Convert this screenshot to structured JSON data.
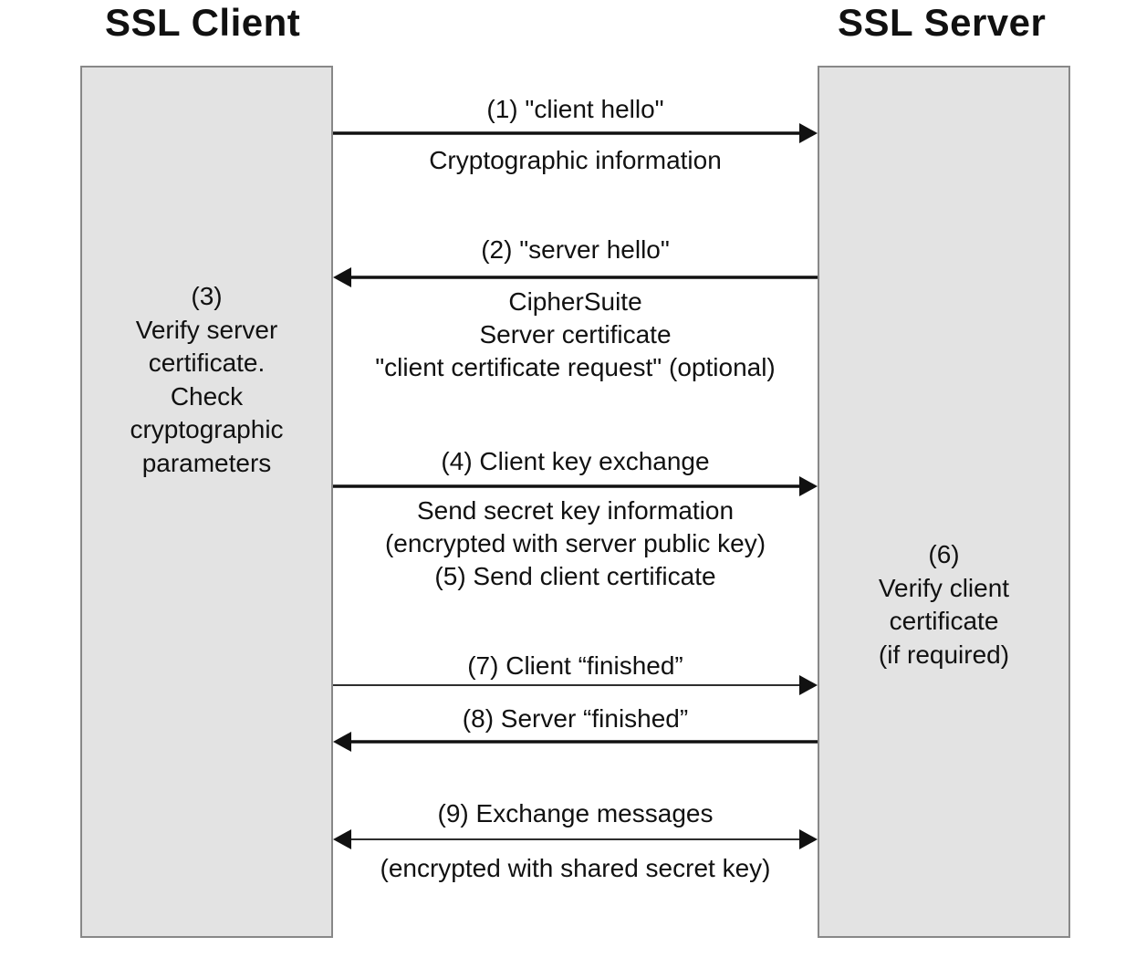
{
  "actors": {
    "client": "SSL Client",
    "server": "SSL Server"
  },
  "client_note": [
    "(3)",
    "Verify server",
    "certificate.",
    "Check",
    "cryptographic",
    "parameters"
  ],
  "server_note": [
    "(6)",
    "Verify client",
    "certificate",
    "(if required)"
  ],
  "messages": {
    "m1_label": "(1) \"client hello\"",
    "m1_detail": "Cryptographic information",
    "m2_label": "(2) \"server hello\"",
    "m2_detail": [
      "CipherSuite",
      "Server certificate",
      "\"client certificate request\" (optional)"
    ],
    "m4_label": "(4) Client key exchange",
    "m4_detail": [
      "Send secret key information",
      "(encrypted with server public key)",
      "(5) Send client certificate"
    ],
    "m7_label": "(7) Client “finished”",
    "m8_label": "(8) Server “finished”",
    "m9_label": "(9) Exchange messages",
    "m9_detail": "(encrypted with shared secret key)"
  },
  "arrows": [
    {
      "id": "client-hello",
      "direction": "client-to-server",
      "weight": "thick"
    },
    {
      "id": "server-hello",
      "direction": "server-to-client",
      "weight": "thick"
    },
    {
      "id": "client-key-exchange",
      "direction": "client-to-server",
      "weight": "thick"
    },
    {
      "id": "client-finished",
      "direction": "client-to-server",
      "weight": "thin"
    },
    {
      "id": "server-finished",
      "direction": "server-to-client",
      "weight": "thick"
    },
    {
      "id": "exchange-messages",
      "direction": "both",
      "weight": "thin"
    }
  ],
  "colors": {
    "lane_fill": "#e3e3e3",
    "lane_border": "#888888",
    "ink": "#111111"
  }
}
